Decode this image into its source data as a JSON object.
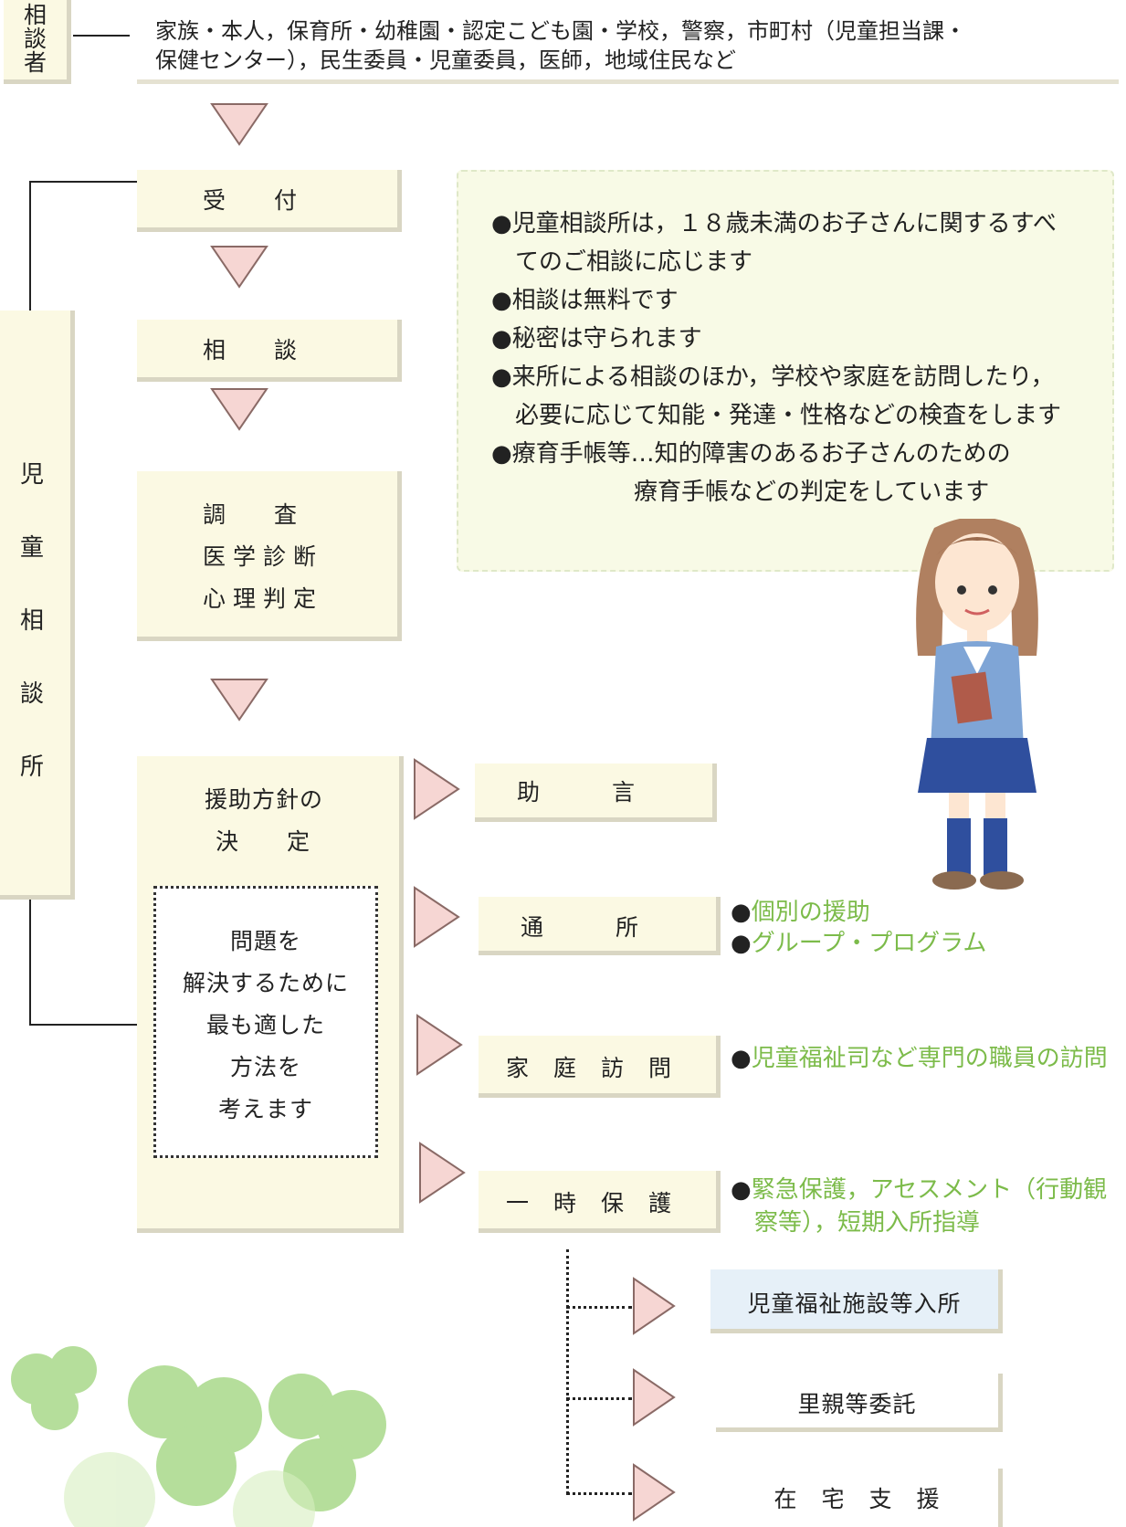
{
  "consulter": {
    "label": "相談者",
    "text_line1": "家族・本人，保育所・幼稚園・認定こども園・学校，警察，市町村（児童担当課・",
    "text_line2": "保健センター），民生委員・児童委員，医師，地域住民など"
  },
  "center": {
    "label": "児童相談所"
  },
  "steps": {
    "reception": "受　　付",
    "consultation": "相　　談",
    "investigation": "調　　査",
    "medical": "医学診断",
    "psychology": "心理判定",
    "policy_line1": "援助方針の",
    "policy_line2": "決　　定",
    "problem_lines": [
      "問題を",
      "解決するために",
      "最も適した",
      "方法を",
      "考えます"
    ]
  },
  "info": {
    "lines": [
      "●児童相談所は，１８歳未満のお子さんに関するすべ",
      "　てのご相談に応じます",
      "●相談は無料です",
      "●秘密は守られます",
      "●来所による相談のほか，学校や家庭を訪問したり，",
      "　必要に応じて知能・発達・性格などの検査をします",
      "●療育手帳等…知的障害のあるお子さんのための",
      "　　　　　　療育手帳などの判定をしています"
    ]
  },
  "outcomes": {
    "advice": "助　　　言",
    "attend": "通　　　所",
    "attend_notes": [
      "個別の援助",
      "グループ・プログラム"
    ],
    "home_visit": "家　庭　訪　問",
    "home_visit_note": "児童福祉司など専門の職員の訪問",
    "temp_protection": "一　時　保　護",
    "temp_notes": [
      "緊急保護，アセスメント（行動観",
      "察等），短期入所指導"
    ],
    "sub": [
      "児童福祉施設等入所",
      "里親等委託",
      "在　宅　支　援"
    ]
  },
  "colors": {
    "box_fill": "#fbf9e3",
    "arrow_fill": "#f6d6d3",
    "arrow_stroke": "#8a6a66",
    "note_green": "#7cbb4a",
    "sub_box_blue": "#e6f0f8"
  }
}
